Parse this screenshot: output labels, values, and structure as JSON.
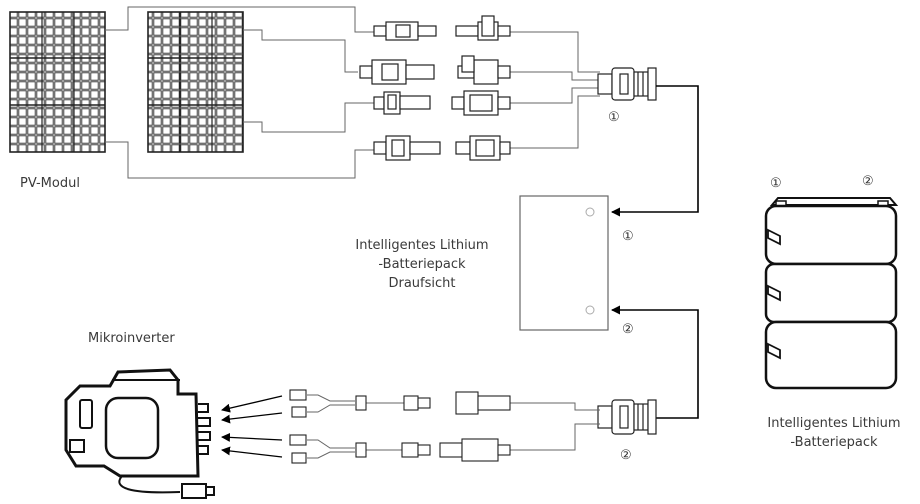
{
  "labels": {
    "pv_module": "PV-Modul",
    "top_view": [
      "Intelligentes Lithium",
      "-Batteriepack",
      "Draufsicht"
    ],
    "battery": [
      "Intelligentes Lithium",
      "-Batteriepack"
    ],
    "microinverter": "Mikroinverter"
  },
  "markers": {
    "port1": "①",
    "port2": "②"
  },
  "colors": {
    "line": "#555555",
    "arrow": "#000000",
    "panel_cell": "#2c2c2c",
    "text": "#3a3a3a"
  }
}
